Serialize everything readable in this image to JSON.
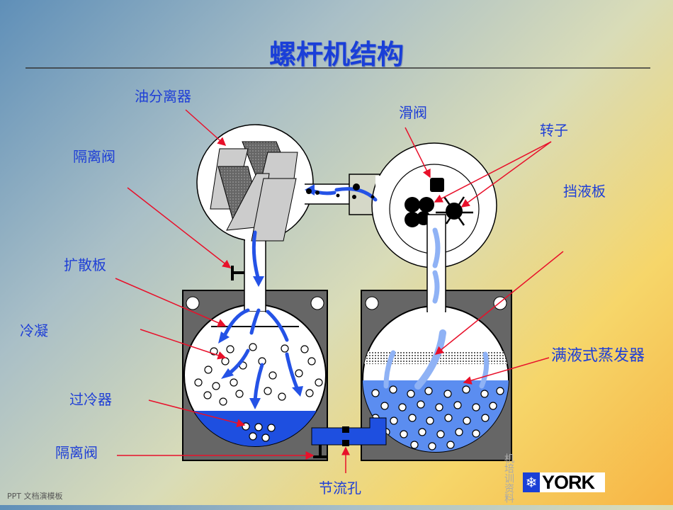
{
  "title": "螺杆机结构",
  "labels": {
    "oil_separator": "油分离器",
    "isolation_valve_top": "隔离阀",
    "diffuser_plate": "扩散板",
    "condensing": "冷凝",
    "subcooler": "过冷器",
    "isolation_valve_bottom": "隔离阀",
    "orifice": "节流孔",
    "slide_valve": "滑阀",
    "rotor": "转子",
    "baffle": "挡液板",
    "flooded_evaporator": "满液式蒸发器"
  },
  "footer": "PPT 文档演模板",
  "watermark": "机培训资料",
  "logo": {
    "text": "YORK",
    "icon": "snowflake-icon"
  },
  "colors": {
    "label": "#1f3fd6",
    "arrow": "#e8102a",
    "liquid": "#2a55e0",
    "body": "#666666"
  }
}
